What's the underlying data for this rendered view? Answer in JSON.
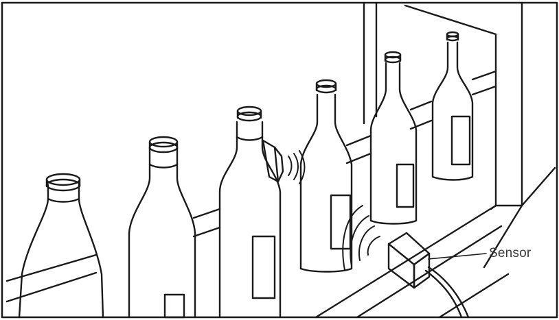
{
  "diagram": {
    "callout_label": "Sensor",
    "colors": {
      "ink": "#1a1a1a",
      "background": "#ffffff"
    },
    "components": [
      "bottle",
      "bottle",
      "bottle",
      "bottle",
      "bottle",
      "bottle",
      "conveyor-rail",
      "wall-panel",
      "proximity-sensor",
      "sensor-cable",
      "detection-waves"
    ]
  }
}
